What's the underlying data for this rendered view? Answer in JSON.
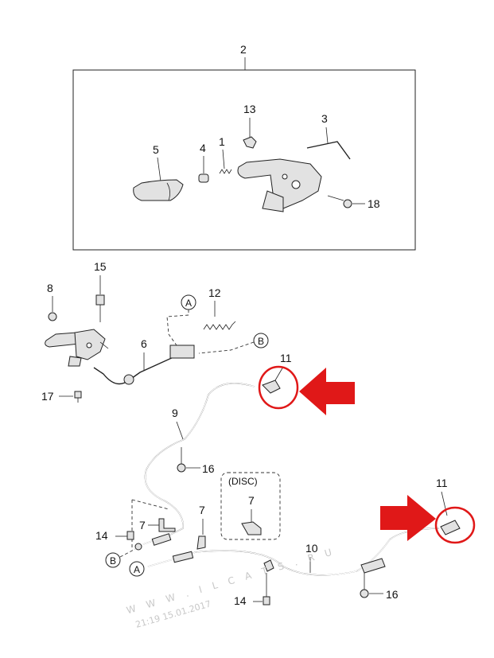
{
  "labels": {
    "assembly": "2",
    "p1": "1",
    "p3": "3",
    "p4": "4",
    "p5": "5",
    "p13": "13",
    "p18": "18",
    "p8": "8",
    "p15": "15",
    "p12": "12",
    "p6": "6",
    "p11_top": "11",
    "p17": "17",
    "p9": "9",
    "p16_mid": "16",
    "p7_left": "7",
    "p7_mid": "7",
    "p7_disc": "7",
    "p14_left": "14",
    "p14_bottom": "14",
    "p11_right": "11",
    "p10": "10",
    "p16_right": "16",
    "disc_label": "(DISC)",
    "ref_a_top": "A",
    "ref_b_top": "B",
    "ref_b_bottom": "B",
    "ref_a_bottom": "A"
  },
  "watermark": {
    "site": "W W W . I L C A T S . R U",
    "timestamp": "21:19 15.01.2017"
  },
  "colors": {
    "highlight": "#e01818",
    "line": "#222222"
  }
}
